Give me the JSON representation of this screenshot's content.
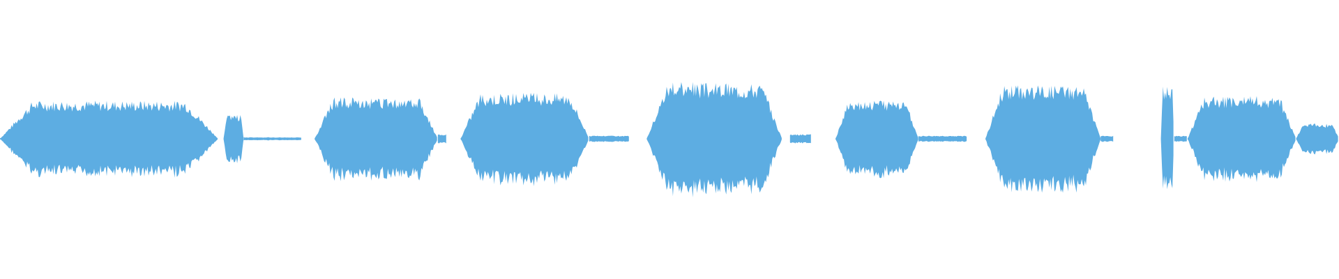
{
  "waveform": {
    "color": "#5DADE2",
    "segments": [
      {
        "start": 0.0,
        "end": 0.163,
        "amp": 0.25
      },
      {
        "start": 0.167,
        "end": 0.182,
        "amp": 0.16
      },
      {
        "start": 0.182,
        "end": 0.225,
        "amp": 0.01
      },
      {
        "start": 0.235,
        "end": 0.327,
        "amp": 0.27
      },
      {
        "start": 0.327,
        "end": 0.334,
        "amp": 0.03
      },
      {
        "start": 0.344,
        "end": 0.44,
        "amp": 0.3
      },
      {
        "start": 0.44,
        "end": 0.47,
        "amp": 0.02
      },
      {
        "start": 0.483,
        "end": 0.584,
        "amp": 0.37
      },
      {
        "start": 0.59,
        "end": 0.606,
        "amp": 0.03
      },
      {
        "start": 0.624,
        "end": 0.686,
        "amp": 0.25
      },
      {
        "start": 0.686,
        "end": 0.722,
        "amp": 0.02
      },
      {
        "start": 0.736,
        "end": 0.822,
        "amp": 0.35
      },
      {
        "start": 0.822,
        "end": 0.832,
        "amp": 0.02
      },
      {
        "start": 0.867,
        "end": 0.877,
        "amp": 0.35
      },
      {
        "start": 0.877,
        "end": 0.887,
        "amp": 0.02
      },
      {
        "start": 0.887,
        "end": 0.968,
        "amp": 0.28
      },
      {
        "start": 0.968,
        "end": 1.0,
        "amp": 0.1
      }
    ]
  }
}
